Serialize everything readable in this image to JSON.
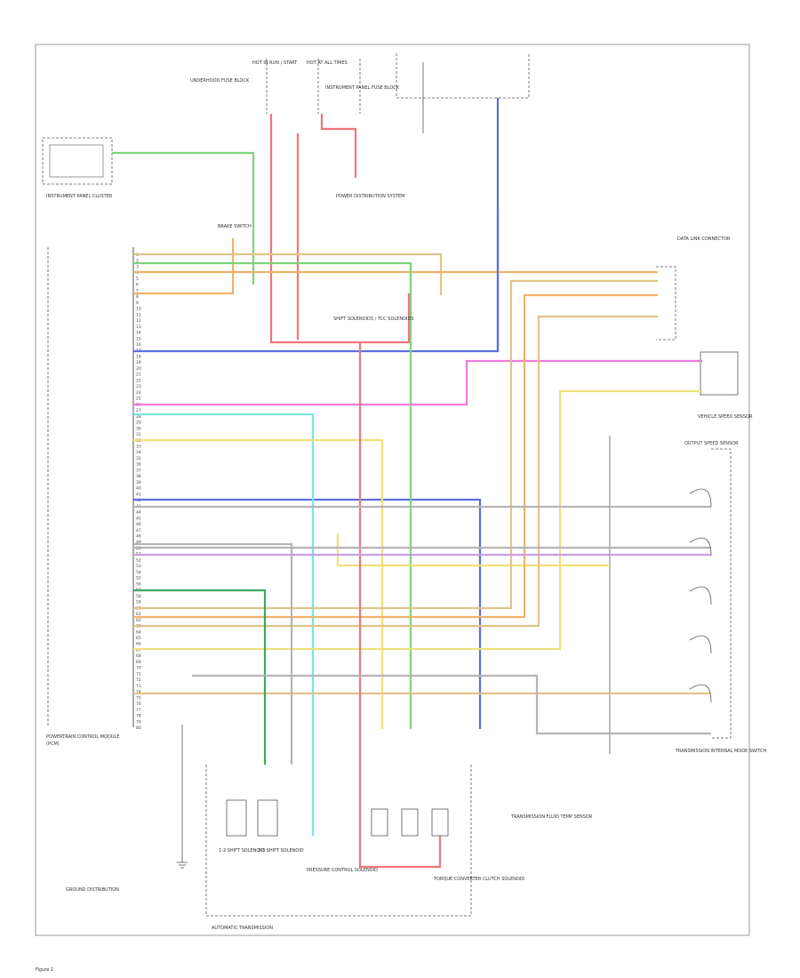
{
  "colors": {
    "frame": "#999999",
    "component": "#555555",
    "red": "#f2747a",
    "pink": "#f07adc",
    "green": "#7ed37e",
    "light_green": "#b9e7a5",
    "dark_green": "#3fa85a",
    "blue": "#5a6fe0",
    "light_blue": "#7fd8ee",
    "cyan": "#78e6e2",
    "orange": "#f2b16b",
    "yellow": "#f0e07a",
    "tan": "#e0c48a",
    "gray": "#b5b5b5",
    "purple": "#c8a0e0"
  },
  "icons": [
    "switch-icon",
    "ground-icon",
    "solenoid-icon",
    "connector-icon"
  ],
  "texts": {
    "fuse_top_left": "HOT IN RUN / START",
    "fuse_top_mid": "HOT AT ALL TIMES",
    "fuse_label_a": "UNDERHOOD FUSE BLOCK",
    "fuse_label_b": "INSTRUMENT PANEL FUSE BLOCK",
    "power_dist": "POWER DISTRIBUTION SYSTEM",
    "brake_switch": "BRAKE SWITCH",
    "trans_range_cluster": "INSTRUMENT PANEL CLUSTER",
    "ground_note": "GROUND DISTRIBUTION",
    "pcm_title": "POWERTRAIN CONTROL MODULE",
    "pcm_sub": "(PCM)",
    "data_link": "DATA LINK CONNECTOR",
    "shift_solenoids_note": "SHIFT SOLENOIDS / TCC SOLENOIDS",
    "shift_solenoid_a": "1-2 SHIFT SOLENOID",
    "shift_solenoid_b": "2-3 SHIFT SOLENOID",
    "pressure_control": "PRESSURE CONTROL SOLENOID",
    "tcc_solenoid": "TORQUE CONVERTER CLUTCH SOLENOID",
    "temp_sensor": "TRANSMISSION FLUID TEMP SENSOR",
    "auto_trans": "AUTOMATIC TRANSMISSION",
    "range_switch": "TRANSMISSION INTERNAL MODE SWITCH",
    "vehicle_speed": "VEHICLE SPEED SENSOR",
    "output_speed": "OUTPUT SPEED SENSOR",
    "footer": "Figure 1"
  },
  "pcm_pins": [
    "1",
    "2",
    "3",
    "4",
    "5",
    "6",
    "7",
    "8",
    "9",
    "10",
    "11",
    "12",
    "13",
    "14",
    "15",
    "16",
    "17",
    "18",
    "19",
    "20",
    "21",
    "22",
    "23",
    "24",
    "25",
    "26",
    "27",
    "28",
    "29",
    "30",
    "31",
    "32",
    "33",
    "34",
    "35",
    "36",
    "37",
    "38",
    "39",
    "40",
    "41",
    "42",
    "43",
    "44",
    "45",
    "46",
    "47",
    "48",
    "49",
    "50",
    "51",
    "52",
    "53",
    "54",
    "55",
    "56",
    "57",
    "58",
    "59",
    "60",
    "61",
    "62",
    "63",
    "64",
    "65",
    "66",
    "67",
    "68",
    "69",
    "70",
    "71",
    "72",
    "73",
    "74",
    "75",
    "76",
    "77",
    "78",
    "79",
    "80"
  ]
}
